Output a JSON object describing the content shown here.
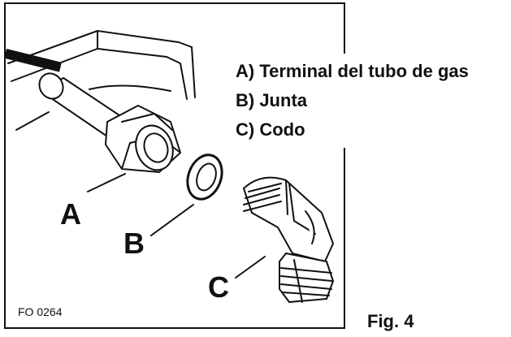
{
  "legend": {
    "items": [
      "A) Terminal del tubo de gas",
      "B) Junta",
      "C) Codo"
    ]
  },
  "callouts": {
    "a": "A",
    "b": "B",
    "c": "C"
  },
  "reference_code": "FO 0264",
  "figure_caption": "Fig. 4"
}
